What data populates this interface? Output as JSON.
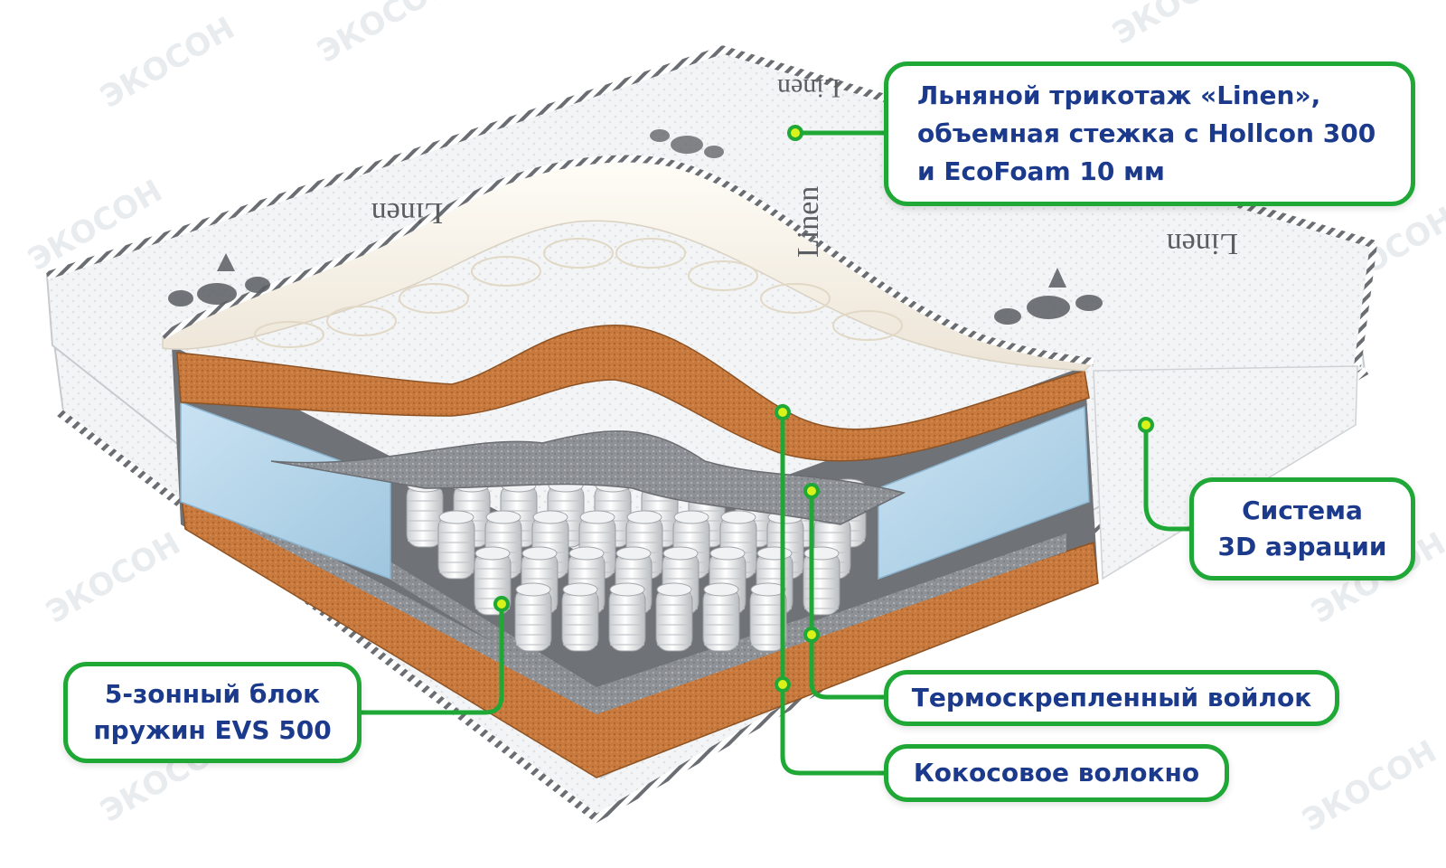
{
  "watermark": "ЭКОСОН",
  "brand_on_cover": "Linen",
  "callouts": {
    "linen": {
      "lines": [
        "Льняной трикотаж «Linen»,",
        "объемная стежка с Hollcon 300",
        "и EcoFoam 10 мм"
      ]
    },
    "aeration": {
      "lines": [
        "Система",
        "3D аэрации"
      ]
    },
    "springs": {
      "lines": [
        "5-зонный блок",
        "пружин EVS 500"
      ]
    },
    "felt": {
      "lines": [
        "Термоскрепленный войлок"
      ]
    },
    "coconut": {
      "lines": [
        "Кокосовое волокно"
      ]
    }
  },
  "colors": {
    "callout_border": "#1fa836",
    "callout_text": "#1c3a8c",
    "marker_fill": "#d9f21a",
    "connector": "#1fa836"
  }
}
